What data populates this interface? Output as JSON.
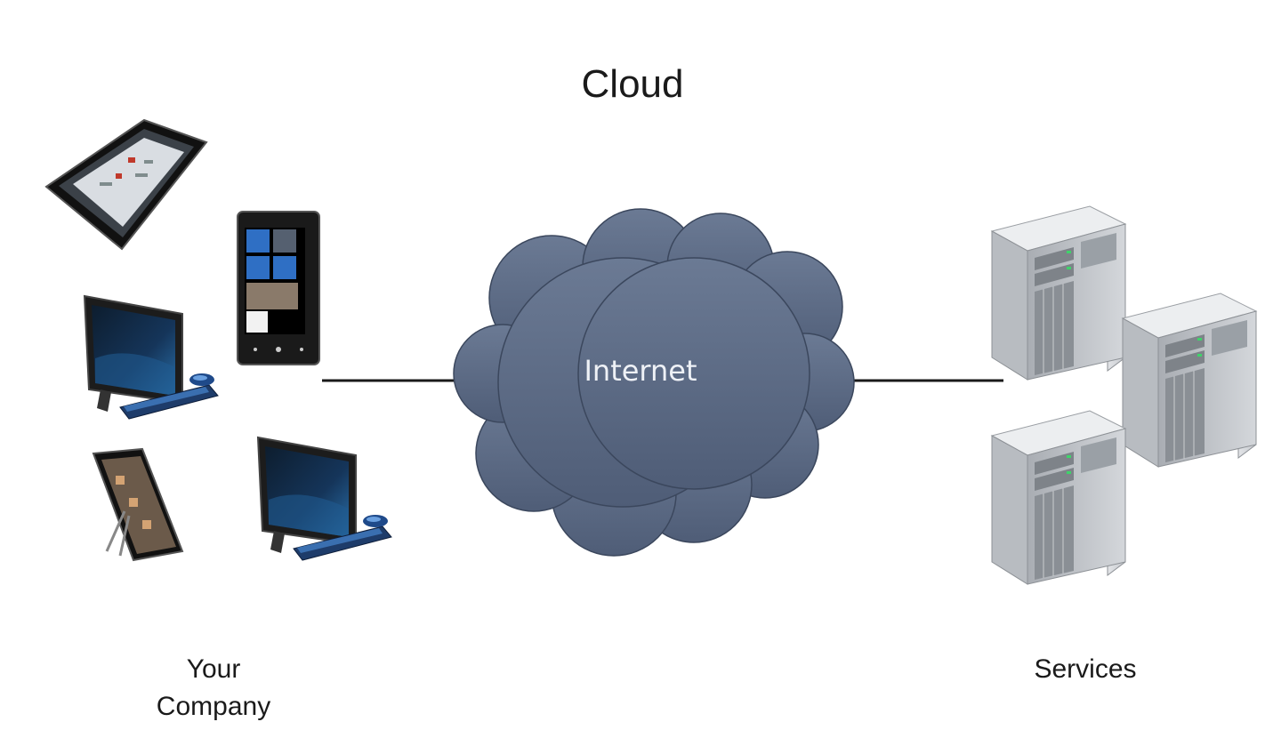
{
  "diagram": {
    "title": "Cloud",
    "cloud_label": "Internet",
    "left_group": {
      "label_line1": "Your",
      "label_line2": "Company",
      "devices": [
        "tablet-icon",
        "smartphone-icon",
        "desktop-computer-icon",
        "tablet-on-stand-icon",
        "desktop-computer-icon"
      ]
    },
    "right_group": {
      "label": "Services",
      "devices": [
        "server-icon",
        "server-icon",
        "server-icon"
      ]
    }
  },
  "colors": {
    "cloud_fill": "#5f6f8a",
    "cloud_dark": "#4c5a74",
    "line": "#1a1a1a",
    "phone_tile": "#2f6fc4"
  }
}
